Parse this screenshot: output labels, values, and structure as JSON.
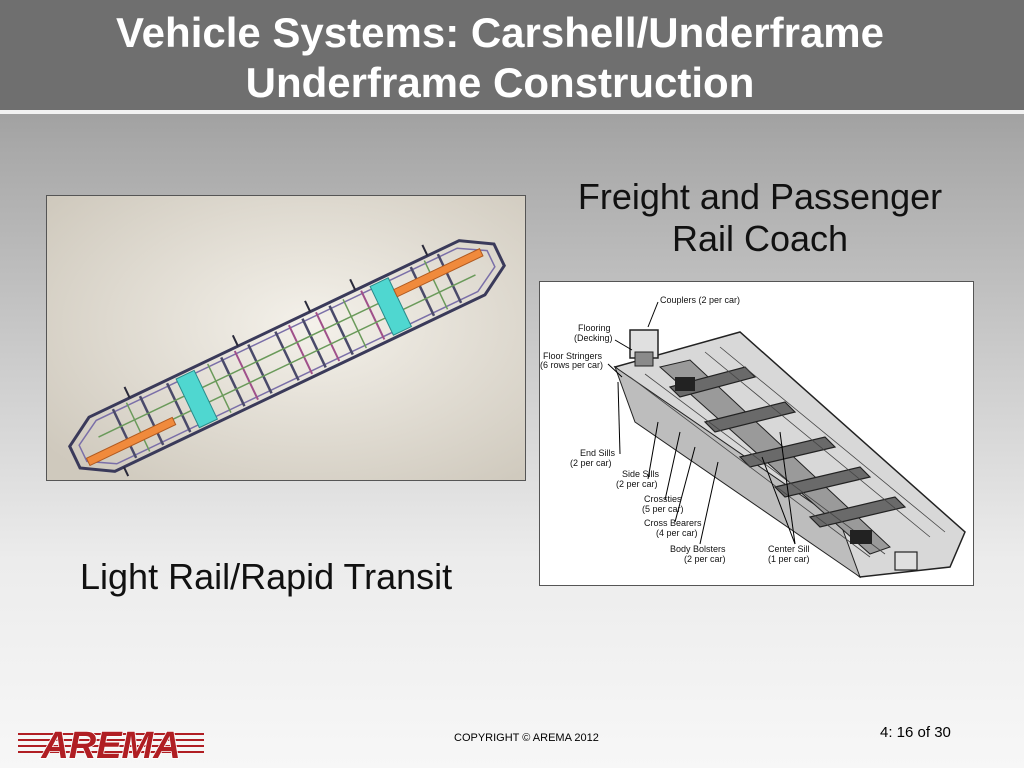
{
  "slide": {
    "title_line1": "Vehicle Systems: Carshell/Underframe",
    "title_line2": "Underframe Construction"
  },
  "left_panel": {
    "caption": "Light Rail/Rapid Transit"
  },
  "right_panel": {
    "caption_line1": "Freight and Passenger",
    "caption_line2": "Rail Coach",
    "diagram_labels": {
      "couplers": "Couplers (2 per car)",
      "flooring_1": "Flooring",
      "flooring_2": "(Decking)",
      "stringers_1": "Floor Stringers",
      "stringers_2": "(6 rows per car)",
      "end_sills_1": "End Sills",
      "end_sills_2": "(2 per car)",
      "side_sills_1": "Side Sills",
      "side_sills_2": "(2 per car)",
      "crossties_1": "Crossties",
      "crossties_2": "(5 per car)",
      "cross_bearers_1": "Cross Bearers",
      "cross_bearers_2": "(4 per car)",
      "body_bolsters_1": "Body Bolsters",
      "body_bolsters_2": "(2 per car)",
      "center_sill_1": "Center Sill",
      "center_sill_2": "(1 per car)"
    }
  },
  "footer": {
    "logo_text": "AREMA",
    "copyright": "COPYRIGHT © AREMA 2012",
    "page_number": "4: 16 of 30"
  },
  "colors": {
    "header_bg": "#6f6f6f",
    "logo_red": "#b01e23",
    "frame_orange": "#f08a3c",
    "frame_cyan": "#4fd7d0"
  }
}
